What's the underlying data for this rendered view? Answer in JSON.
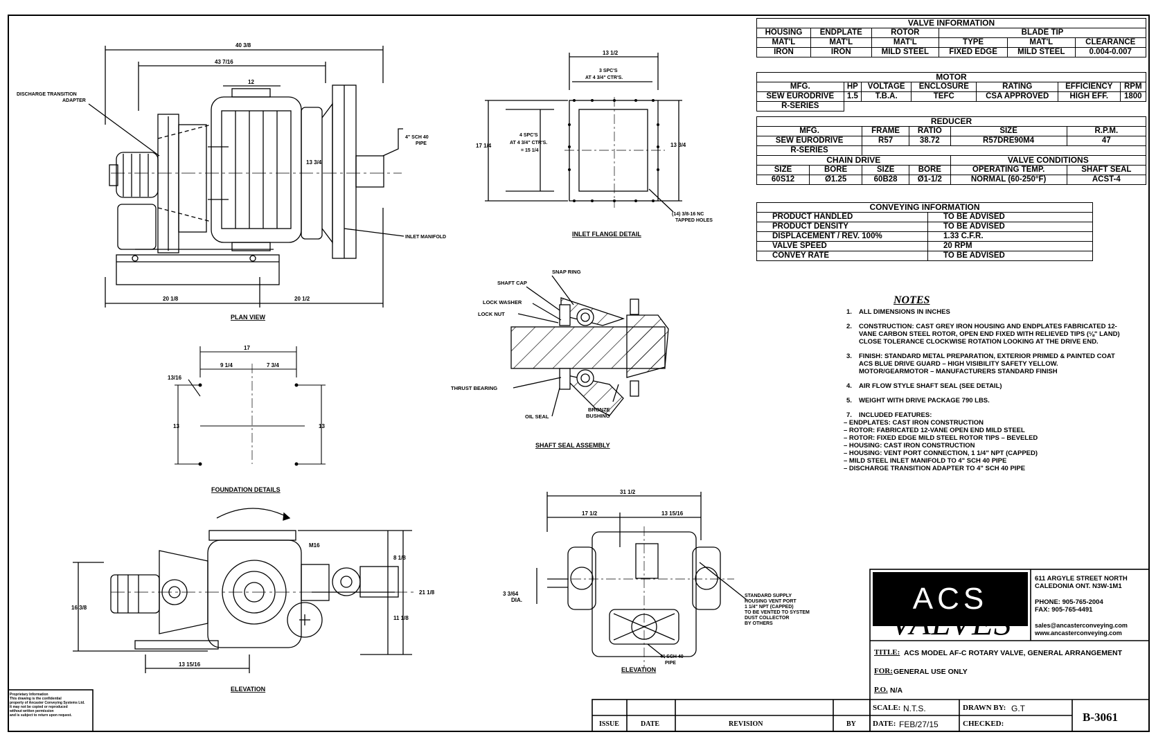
{
  "valve_info": {
    "title": "VALVE INFORMATION",
    "headers_top": [
      "HOUSING",
      "ENDPLATE",
      "ROTOR",
      "BLADE TIP"
    ],
    "headers_sub": [
      "MAT'L",
      "MAT'L",
      "MAT'L",
      "TYPE",
      "MAT'L",
      "CLEARANCE"
    ],
    "row": [
      "IRON",
      "IRON",
      "MILD STEEL",
      "FIXED EDGE",
      "MILD STEEL",
      "0.004-0.007"
    ]
  },
  "motor": {
    "title": "MOTOR",
    "headers": [
      "MFG.",
      "HP",
      "VOLTAGE",
      "ENCLOSURE",
      "RATING",
      "EFFICIENCY",
      "RPM"
    ],
    "row": [
      "SEW EURODRIVE",
      "1.5",
      "T.B.A.",
      "TEFC",
      "CSA APPROVED",
      "HIGH EFF.",
      "1800"
    ],
    "row_extra": "R-SERIES"
  },
  "reducer": {
    "title": "REDUCER",
    "headers": [
      "MFG.",
      "FRAME",
      "RATIO",
      "SIZE",
      "R.P.M."
    ],
    "row": [
      "SEW EURODRIVE",
      "R57",
      "38.72",
      "R57DRE90M4",
      "47"
    ],
    "row_extra": "R-SERIES"
  },
  "chain_drive": {
    "title": "CHAIN DRIVE",
    "headers": [
      "SIZE",
      "BORE",
      "SIZE",
      "BORE"
    ],
    "row": [
      "60S12",
      "Ø1.25",
      "60B28",
      "Ø1-1/2"
    ]
  },
  "valve_conditions": {
    "title": "VALVE CONDITIONS",
    "headers": [
      "OPERATING TEMP.",
      "SHAFT SEAL"
    ],
    "row": [
      "NORMAL (60-250°F)",
      "ACST-4"
    ]
  },
  "conveying": {
    "title": "CONVEYING INFORMATION",
    "rows": [
      [
        "PRODUCT HANDLED",
        "TO BE ADVISED"
      ],
      [
        "PRODUCT DENSITY",
        "TO BE ADVISED"
      ],
      [
        "DISPLACEMENT / REV. 100%",
        "1.33 C.F.R."
      ],
      [
        "VALVE SPEED",
        "20 RPM"
      ],
      [
        "CONVEY RATE",
        "TO BE ADVISED"
      ]
    ]
  },
  "notes": {
    "title": "NOTES",
    "items": [
      {
        "num": "1.",
        "text": "ALL DIMENSIONS IN INCHES"
      },
      {
        "num": "2.",
        "text": "CONSTRUCTION: CAST GREY IRON HOUSING AND ENDPLATES FABRICATED 12-VANE CARBON STEEL ROTOR, OPEN END FIXED WITH RELIEVED TIPS (⅛\" LAND) CLOSE TOLERANCE CLOCKWISE ROTATION LOOKING AT THE DRIVE END."
      },
      {
        "num": "3.",
        "text": "FINISH: STANDARD METAL PREPARATION, EXTERIOR PRIMED & PAINTED COAT ACS BLUE DRIVE GUARD – HIGH VISIBILITY SAFETY YELLOW. MOTOR/GEARMOTOR – MANUFACTURERS STANDARD FINISH"
      },
      {
        "num": "4.",
        "text": "AIR FLOW STYLE SHAFT SEAL (SEE DETAIL)"
      },
      {
        "num": "5.",
        "text": "WEIGHT WITH DRIVE PACKAGE 790 LBS."
      },
      {
        "num": "7.",
        "text": "INCLUDED FEATURES:"
      }
    ],
    "features": [
      "– ENDPLATES: CAST IRON CONSTRUCTION",
      "– ROTOR: FABRICATED 12-VANE OPEN END MILD STEEL",
      "– ROTOR: FIXED EDGE MILD STEEL ROTOR TIPS – BEVELED",
      "– HOUSING: CAST IRON CONSTRUCTION",
      "– HOUSING: VENT PORT CONNECTION, 1 1/4\" NPT (CAPPED)",
      "– MILD STEEL INLET MANIFOLD TO 4\" SCH 40 PIPE",
      "– DISCHARGE TRANSITION ADAPTER TO 4\" SCH 40 PIPE"
    ]
  },
  "title_block": {
    "logo_top": "ACS",
    "logo_bottom": "VALVES",
    "address": [
      "611 ARGYLE STREET NORTH",
      "CALEDONIA ONT. N3W-1M1"
    ],
    "phone": "PHONE: 905-765-2004",
    "fax": "FAX: 905-765-4491",
    "email": "sales@ancasterconveying.com",
    "web": "www.ancasterconveying.com",
    "title_label": "TITLE:",
    "title_value": "ACS MODEL AF-C ROTARY VALVE, GENERAL ARRANGEMENT",
    "for_label": "FOR:",
    "for_value": "GENERAL USE ONLY",
    "po_label": "P.O.",
    "po_value": "N/A",
    "scale_label": "SCALE:",
    "scale_value": "N.T.S.",
    "drawn_label": "DRAWN BY:",
    "drawn_value": "G.T",
    "date_label": "DATE:",
    "date_value": "FEB/27/15",
    "checked_label": "CHECKED:",
    "drawing_number": "B-3061",
    "rev_headers": [
      "ISSUE",
      "DATE",
      "REVISION",
      "BY"
    ]
  },
  "views": {
    "plan_view": "PLAN VIEW",
    "inlet_flange": "INLET FLANGE DETAIL",
    "shaft_seal": "SHAFT SEAL ASSEMBLY",
    "foundation": "FOUNDATION DETAILS",
    "elevation_left": "ELEVATION",
    "elevation_right": "ELEVATION"
  },
  "dims": {
    "plan_total": "40 3/8",
    "plan_mid": "43 7/16",
    "plan_12": "12",
    "plan_left": "20 1/8",
    "plan_right": "20 1/2",
    "plan_134": "13 3/4",
    "flange_top": "13 1/2",
    "flange_spcs_top": "3 SPC'S",
    "flange_spcs_top2": "AT 4 3/4\" CTR'S.",
    "flange_left": "17 1/4",
    "flange_spcs_left": "4 SPC'S",
    "flange_spcs_left2": "AT 4 3/4\" CTR'S.",
    "flange_spcs_left3": "= 15 1/4",
    "flange_right": "13 3/4",
    "fnd_17": "17",
    "fnd_914": "9 1/4",
    "fnd_734": "7 3/4",
    "fnd_hole": "13/16",
    "fnd_13a": "13",
    "fnd_13b": "13",
    "el_81": "8 1/8",
    "el_211": "21 1/8",
    "el_161": "16 3/8",
    "el_11": "11 1/8",
    "el_1315": "13 15/16",
    "el_m16": "M16",
    "er_312": "31 1/2",
    "er_1712": "17 1/2",
    "er_1315": "13 15/16",
    "er_316": "3 3/64",
    "er_dia": "DIA."
  },
  "labels": {
    "discharge": [
      "DISCHARGE TRANSITION",
      "ADAPTER"
    ],
    "pipe4": [
      "4\" SCH 40",
      "PIPE"
    ],
    "inlet_manifold": "INLET MANIFOLD",
    "tapped_holes": [
      "(14) 3/8-16 NC",
      "TAPPED HOLES"
    ],
    "snap_ring": "SNAP RING",
    "shaft_cap": "SHAFT CAP",
    "lock_washer": "LOCK WASHER",
    "lock_nut": "LOCK NUT",
    "thrust_bearing": "THRUST BEARING",
    "oil_seal": "OIL SEAL",
    "bronze_bushing": [
      "BRONZE",
      "BUSHING"
    ],
    "vent_port": [
      "STANDARD SUPPLY",
      "HOUSING VENT PORT",
      "1 1/4\" NPT (CAPPED)",
      "TO BE VENTED TO SYSTEM",
      "DUST COLLECTOR",
      "BY OTHERS"
    ],
    "pipe4b": [
      "4\" SCH 40",
      "PIPE"
    ]
  },
  "proprietary": [
    "Proprietary Information",
    "This drawing is the confidential",
    "property of Ancaster Conveying Systems Ltd.",
    "It may not be copied or reproduced",
    "without written permission",
    "and is subject to return upon request."
  ]
}
